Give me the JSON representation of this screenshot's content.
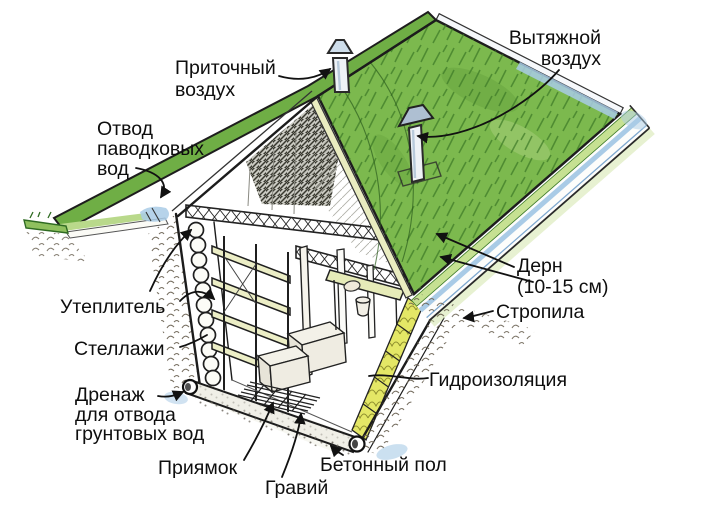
{
  "labels": {
    "pritochny_vozduh": {
      "line1": "Приточный",
      "line2": "воздух"
    },
    "vytyazhnoy_vozduh": {
      "line1": "Вытяжной",
      "line2": "воздух"
    },
    "otvod_pavodkovyh": {
      "line1": "Отвод",
      "line2": "паводковых",
      "line3": "вод"
    },
    "uteplitel": {
      "line1": "Утеплитель"
    },
    "stellazhi": {
      "line1": "Стеллажи"
    },
    "drenazh": {
      "line1": "Дренаж",
      "line2": "для отвода",
      "line3": "грунтовых вод"
    },
    "priyamok": {
      "line1": "Приямок"
    },
    "graviy": {
      "line1": "Гравий"
    },
    "betonny_pol": {
      "line1": "Бетонный пол"
    },
    "gidroizolyatsiya": {
      "line1": "Гидроизоляция"
    },
    "dern": {
      "line1": "Дерн",
      "line2": "(10-15 см)"
    },
    "stropila": {
      "line1": "Стропила"
    }
  },
  "colors": {
    "roof_green": "#7cb94e",
    "roof_green_dark": "#5f9c38",
    "sod_light_green": "#c6e192",
    "waterproofing_blue": "#a9cbe6",
    "insulation_yellow": "#e4e766",
    "shelf_tint": "#eceec6",
    "line_ink": "#1c1c1c",
    "text_black": "#0e0e0e",
    "background": "#ffffff"
  }
}
